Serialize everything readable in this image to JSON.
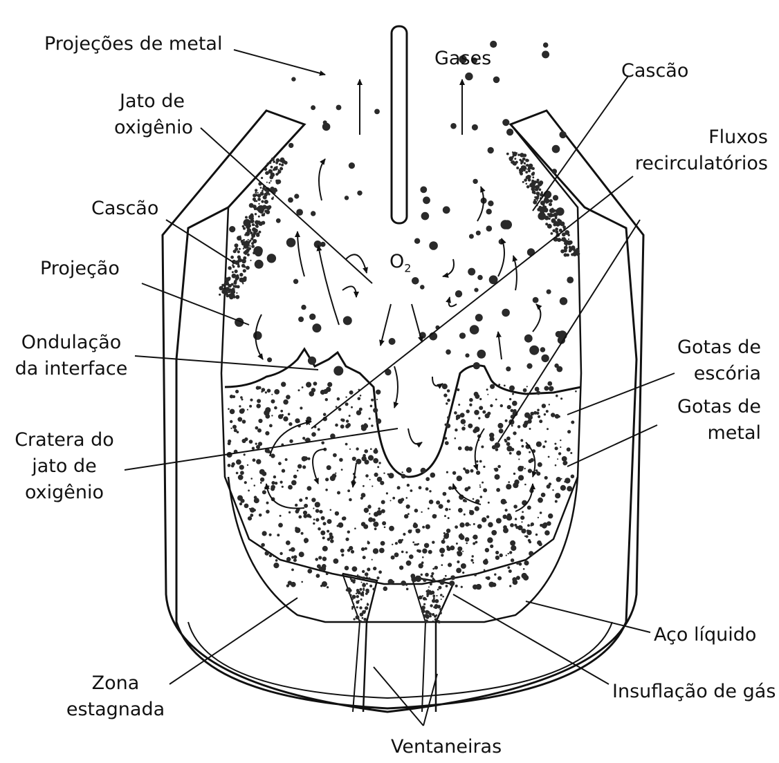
{
  "labels": {
    "projecoes_metal": "Projeções de metal",
    "gases": "Gases",
    "cascao_top": "Cascão",
    "jato_oxigenio": [
      "Jato de",
      "oxigênio"
    ],
    "fluxos": [
      "Fluxos",
      "recirculatórios"
    ],
    "cascao_left": "Cascão",
    "projecao": "Projeção",
    "o2": "O",
    "o2_sub": "2",
    "ondulacao": [
      "Ondulação",
      "da interface"
    ],
    "gotas_escoria": [
      "Gotas de",
      "escória"
    ],
    "gotas_metal": [
      "Gotas de",
      "metal"
    ],
    "cratera": [
      "Cratera do",
      "jato de",
      "oxigênio"
    ],
    "aco_liquido": "Aço líquido",
    "zona_estagnada": [
      "Zona",
      "estagnada"
    ],
    "insuflacao": "Insuflação de gás",
    "ventaneiras": "Ventaneiras"
  },
  "colors": {
    "ink": "#111111",
    "dots": "#2a2a2a",
    "background": "#ffffff"
  }
}
